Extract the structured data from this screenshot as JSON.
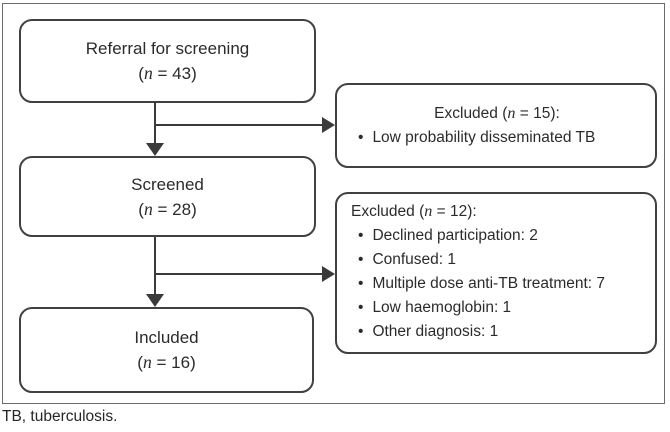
{
  "figure": {
    "footnote": "TB, tuberculosis."
  },
  "symbols": {
    "n": "n",
    "bullet": "•"
  },
  "boxes": {
    "referral": {
      "label": "Referral for screening",
      "n_prefix": "(",
      "n_suffix": " = 43)"
    },
    "screened": {
      "label": "Screened",
      "n_prefix": "(",
      "n_suffix": " = 28)"
    },
    "included": {
      "label": "Included",
      "n_prefix": "(",
      "n_suffix": " = 16)"
    },
    "excluded_screening": {
      "heading_prefix": "Excluded (",
      "heading_suffix": " = 15):",
      "bullets": [
        "Low probability disseminated TB"
      ]
    },
    "excluded_enrolment": {
      "heading_prefix": "Excluded (",
      "heading_suffix": " = 12):",
      "bullets": [
        "Declined participation: 2",
        "Confused: 1",
        "Multiple dose anti-TB treatment: 7",
        "Low haemoglobin: 1",
        "Other diagnosis: 1"
      ]
    }
  }
}
